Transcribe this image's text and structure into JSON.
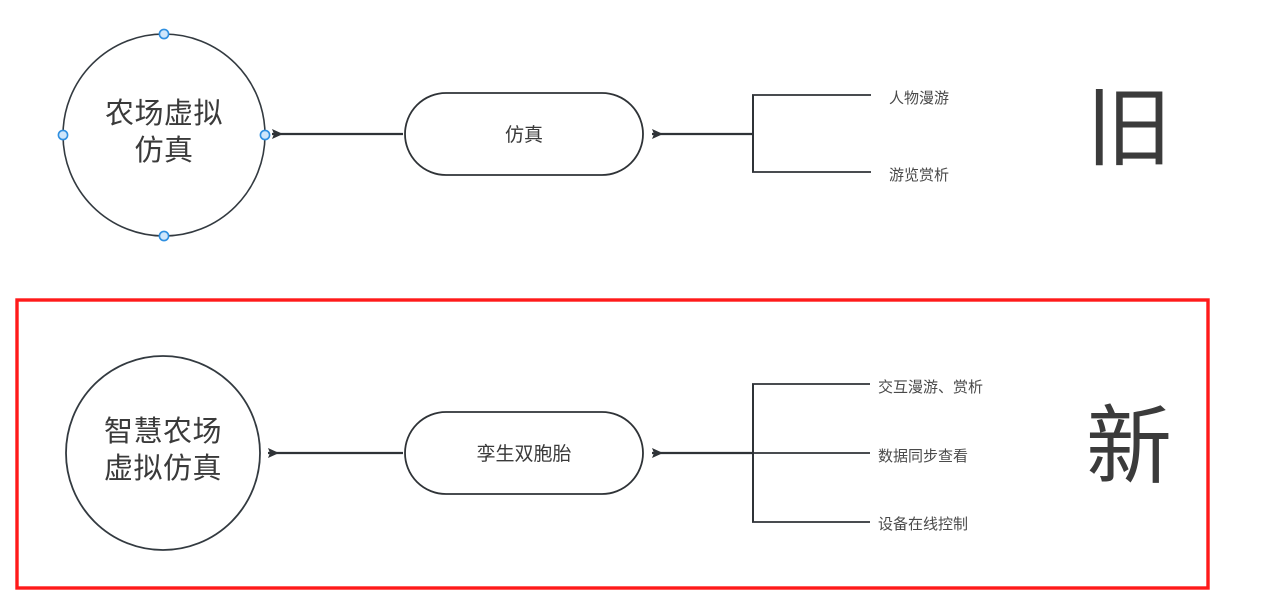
{
  "diagram": {
    "title_old": "旧",
    "title_new": "新",
    "colors": {
      "stroke": "#2f3337",
      "circle_stroke": "#333a40",
      "text": "#3a3a3a",
      "handle_fill": "#cfe6fb",
      "handle_stroke": "#2f8fe0",
      "highlight_border": "#ff1a1a",
      "background": "#ffffff"
    },
    "old_section": {
      "circle_label_line1": "农场虚拟",
      "circle_label_line2": "仿真",
      "box_label": "仿真",
      "branches": [
        "人物漫游",
        "游览赏析"
      ],
      "era_label": "旧",
      "selected": true
    },
    "new_section": {
      "circle_label_line1": "智慧农场",
      "circle_label_line2": "虚拟仿真",
      "box_label": "孪生双胞胎",
      "branches": [
        "交互漫游、赏析",
        "数据同步查看",
        "设备在线控制"
      ],
      "era_label": "新",
      "selected": false,
      "highlighted": true
    }
  }
}
